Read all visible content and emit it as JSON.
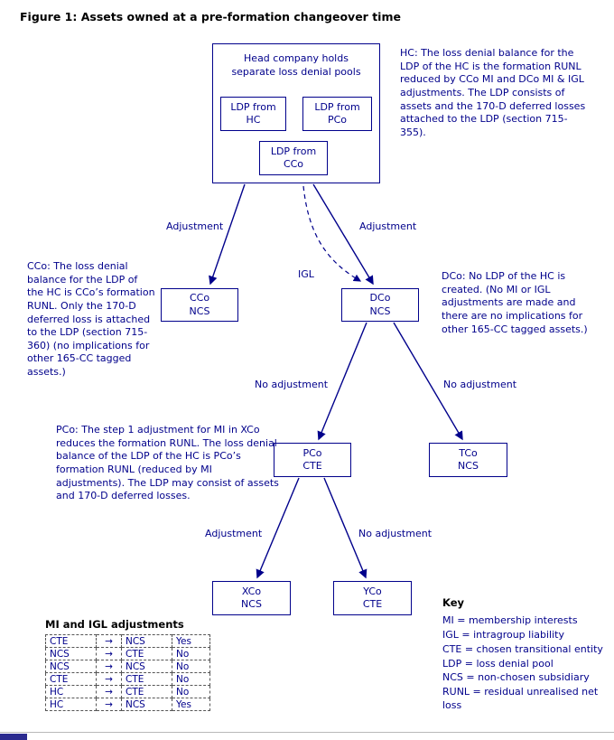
{
  "figure": {
    "title": "Figure 1: Assets owned at a pre-formation changeover time"
  },
  "head_box": {
    "title": "Head company holds\nseparate loss denial pools",
    "ldp_hc": "LDP from\nHC",
    "ldp_pco": "LDP from\nPCo",
    "ldp_cco": "LDP from\nCCo"
  },
  "nodes": {
    "cco": "CCo\nNCS",
    "dco": "DCo\nNCS",
    "pco": "PCo\nCTE",
    "tco": "TCo\nNCS",
    "xco": "XCo\nNCS",
    "yco": "YCo\nCTE"
  },
  "edge_labels": {
    "adjustment_left": "Adjustment",
    "adjustment_right": "Adjustment",
    "igl": "IGL",
    "no_adjustment_left": "No adjustment",
    "no_adjustment_right": "No adjustment",
    "adjustment_x": "Adjustment",
    "no_adjustment_y": "No adjustment"
  },
  "annotations": {
    "hc": "HC: The loss denial balance for the LDP of the HC is the formation RUNL reduced by CCo MI and DCo MI & IGL adjustments. The LDP consists of assets and the 170-D deferred losses attached to the LDP (section 715-355).",
    "cco": "CCo: The loss denial balance for the LDP of the HC is CCo’s formation RUNL. Only the 170-D deferred loss is attached to the LDP (section 715-360) (no implications for other 165-CC tagged assets.)",
    "dco": "DCo: No LDP of the HC is created. (No MI or IGL adjustments are made and there are no implications for other 165-CC tagged assets.)",
    "pco": "PCo: The step 1 adjustment for MI in XCo reduces the formation RUNL. The loss denial balance of the LDP of the HC is PCo’s formation RUNL (reduced by MI adjustments). The LDP may consist of assets and 170-D deferred losses."
  },
  "table": {
    "title": "MI and IGL adjustments",
    "arrow": "→",
    "rows": [
      {
        "from": "CTE",
        "to": "NCS",
        "result": "Yes"
      },
      {
        "from": "NCS",
        "to": "CTE",
        "result": "No"
      },
      {
        "from": "NCS",
        "to": "NCS",
        "result": "No"
      },
      {
        "from": "CTE",
        "to": "CTE",
        "result": "No"
      },
      {
        "from": "HC",
        "to": "CTE",
        "result": "No"
      },
      {
        "from": "HC",
        "to": "NCS",
        "result": "Yes"
      }
    ]
  },
  "key": {
    "title": "Key",
    "items": [
      "MI = membership interests",
      "IGL = intragroup liability",
      "CTE = chosen transitional entity",
      "LDP = loss denial pool",
      "NCS = non-chosen subsidiary",
      "RUNL = residual unrealised net loss"
    ]
  },
  "colors": {
    "diagram_navy": "#00008B",
    "title_black": "#000000"
  }
}
